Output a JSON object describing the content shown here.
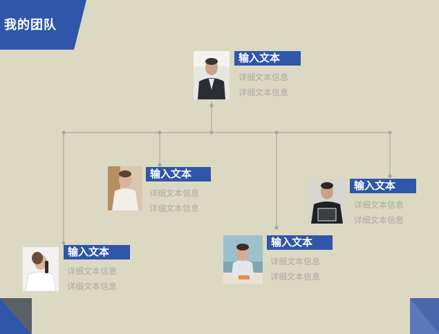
{
  "header": {
    "title": "我的团队"
  },
  "members": [
    {
      "name": "输入文本",
      "lines": [
        "详细文本信息",
        "详细文本信息"
      ]
    },
    {
      "name": "输入文本",
      "lines": [
        "详细文本信息",
        "详细文本信息"
      ]
    },
    {
      "name": "输入文本",
      "lines": [
        "详细文本信息",
        "详细文本信息"
      ]
    },
    {
      "name": "输入文本",
      "lines": [
        "详细文本信息",
        "详细文本信息"
      ]
    },
    {
      "name": "输入文本",
      "lines": [
        "详细文本信息",
        "详细文本信息"
      ]
    }
  ],
  "colors": {
    "background": "#dcd9c3",
    "accent": "#2f56a8",
    "line": "#9a9a95",
    "detail_text": "#a9a9a0"
  }
}
